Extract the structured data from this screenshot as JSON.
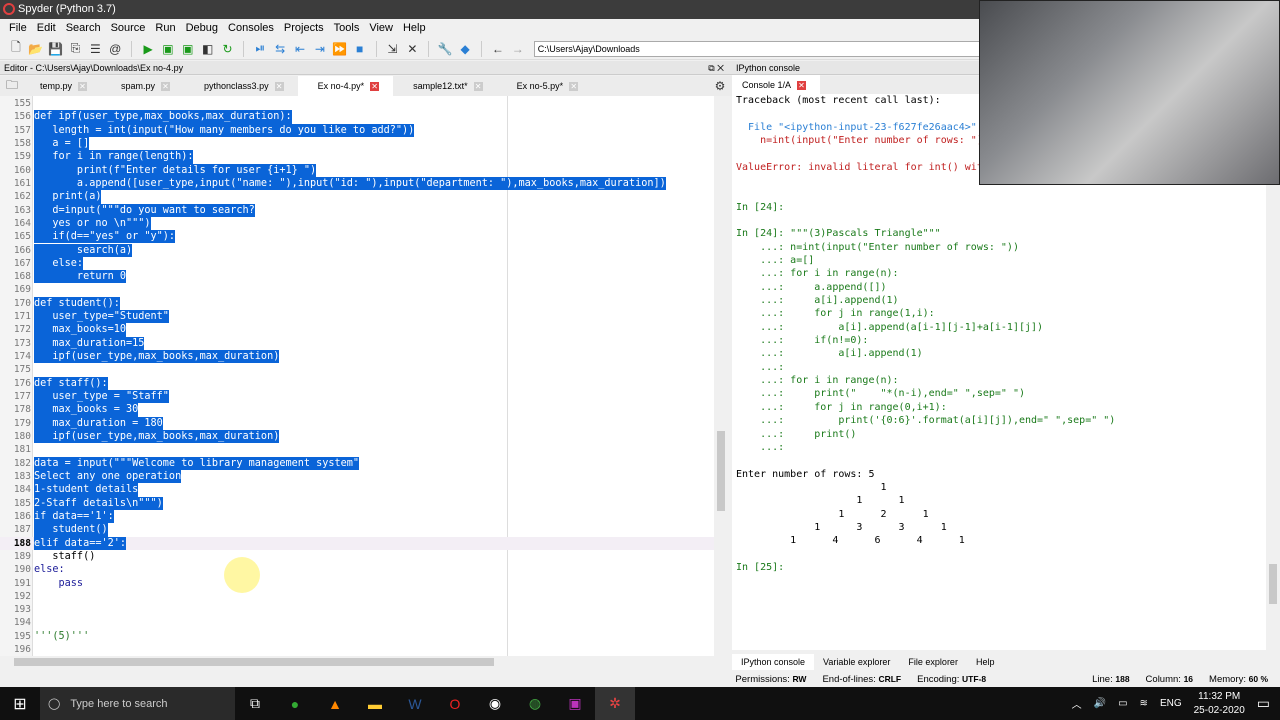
{
  "window": {
    "title": "Spyder (Python 3.7)"
  },
  "menu": [
    "File",
    "Edit",
    "Search",
    "Source",
    "Run",
    "Debug",
    "Consoles",
    "Projects",
    "Tools",
    "View",
    "Help"
  ],
  "toolbar": {
    "path": "C:\\Users\\Ajay\\Downloads"
  },
  "editor": {
    "title": "Editor - C:\\Users\\Ajay\\Downloads\\Ex no-4.py",
    "tabs": [
      {
        "label": "temp.py"
      },
      {
        "label": "spam.py"
      },
      {
        "label": "pythonclass3.py"
      },
      {
        "label": "Ex no-4.py*",
        "active": true
      },
      {
        "label": "sample12.txt*"
      },
      {
        "label": "Ex no-5.py*"
      }
    ],
    "current_line": 188,
    "lines": [
      {
        "n": "155",
        "t": "",
        "s": true
      },
      {
        "n": "156",
        "t": "def ipf(user_type,max_books,max_duration):",
        "s": true
      },
      {
        "n": "157",
        "t": "   length = int(input(\"How many members do you like to add?\"))",
        "s": true
      },
      {
        "n": "158",
        "t": "   a = []",
        "s": true
      },
      {
        "n": "159",
        "t": "   for i in range(length):",
        "s": true
      },
      {
        "n": "160",
        "t": "       print(f\"Enter details for user {i+1} \")",
        "s": true
      },
      {
        "n": "161",
        "t": "       a.append([user_type,input(\"name: \"),input(\"id: \"),input(\"department: \"),max_books,max_duration])",
        "s": true
      },
      {
        "n": "162",
        "t": "   print(a)",
        "s": true
      },
      {
        "n": "163",
        "t": "   d=input(\"\"\"do you want to search?",
        "s": true
      },
      {
        "n": "164",
        "t": "   yes or no \\n\"\"\")",
        "s": true
      },
      {
        "n": "165",
        "t": "   if(d==\"yes\" or \"y\"):",
        "s": true
      },
      {
        "n": "166",
        "t": "       search(a)",
        "s": true
      },
      {
        "n": "167",
        "t": "   else:",
        "s": true
      },
      {
        "n": "168",
        "t": "       return 0",
        "s": true
      },
      {
        "n": "169",
        "t": "",
        "s": true
      },
      {
        "n": "170",
        "t": "def student():",
        "s": true
      },
      {
        "n": "171",
        "t": "   user_type=\"Student\"",
        "s": true
      },
      {
        "n": "172",
        "t": "   max_books=10",
        "s": true
      },
      {
        "n": "173",
        "t": "   max_duration=15",
        "s": true
      },
      {
        "n": "174",
        "t": "   ipf(user_type,max_books,max_duration)",
        "s": true
      },
      {
        "n": "175",
        "t": "",
        "s": true
      },
      {
        "n": "176",
        "t": "def staff():",
        "s": true
      },
      {
        "n": "177",
        "t": "   user_type = \"Staff\"",
        "s": true
      },
      {
        "n": "178",
        "t": "   max_books = 30",
        "s": true
      },
      {
        "n": "179",
        "t": "   max_duration = 180",
        "s": true
      },
      {
        "n": "180",
        "t": "   ipf(user_type,max_books,max_duration)",
        "s": true
      },
      {
        "n": "181",
        "t": "",
        "s": true
      },
      {
        "n": "182",
        "t": "data = input(\"\"\"Welcome to library management system\"",
        "s": true
      },
      {
        "n": "183",
        "t": "Select any one operation",
        "s": true
      },
      {
        "n": "184",
        "t": "1-student details",
        "s": true
      },
      {
        "n": "185",
        "t": "2-Staff details\\n\"\"\")",
        "s": true
      },
      {
        "n": "186",
        "t": "if data=='1':",
        "s": true
      },
      {
        "n": "187",
        "t": "   student()",
        "s": true
      },
      {
        "n": "188",
        "t": "elif data=='2':",
        "s": true
      },
      {
        "n": "189",
        "t": "   staff()",
        "s": false
      },
      {
        "n": "190",
        "t": "else:",
        "s": false
      },
      {
        "n": "191",
        "t": "    pass",
        "s": false
      },
      {
        "n": "192",
        "t": "",
        "s": false
      },
      {
        "n": "193",
        "t": "",
        "s": false
      },
      {
        "n": "194",
        "t": "",
        "s": false
      },
      {
        "n": "195",
        "t": "'''(5)'''",
        "s": false
      },
      {
        "n": "196",
        "t": "",
        "s": false
      }
    ]
  },
  "console": {
    "pane_title": "IPython console",
    "tab": "Console 1/A",
    "lines": [
      {
        "t": "Traceback (most recent call last):",
        "c": ""
      },
      {
        "t": "",
        "c": ""
      },
      {
        "t": "  File \"<ipython-input-23-f627fe26aac4>\"",
        "c": "file"
      },
      {
        "t": "    n=int(input(\"Enter number of rows: \")",
        "c": "err"
      },
      {
        "t": "",
        "c": ""
      },
      {
        "t": "ValueError: invalid literal for int() wit",
        "c": "err"
      },
      {
        "t": "",
        "c": ""
      },
      {
        "t": "",
        "c": ""
      },
      {
        "t": "In [24]:",
        "c": "prompt"
      },
      {
        "t": "",
        "c": ""
      },
      {
        "t": "In [24]: \"\"\"(3)Pascals Triangle\"\"\"",
        "c": "prompt"
      },
      {
        "t": "    ...: n=int(input(\"Enter number of rows: \"))",
        "c": "cont"
      },
      {
        "t": "    ...: a=[]",
        "c": "cont"
      },
      {
        "t": "    ...: for i in range(n):",
        "c": "cont"
      },
      {
        "t": "    ...:     a.append([])",
        "c": "cont"
      },
      {
        "t": "    ...:     a[i].append(1)",
        "c": "cont"
      },
      {
        "t": "    ...:     for j in range(1,i):",
        "c": "cont"
      },
      {
        "t": "    ...:         a[i].append(a[i-1][j-1]+a[i-1][j])",
        "c": "cont"
      },
      {
        "t": "    ...:     if(n!=0):",
        "c": "cont"
      },
      {
        "t": "    ...:         a[i].append(1)",
        "c": "cont"
      },
      {
        "t": "    ...:",
        "c": "cont"
      },
      {
        "t": "    ...: for i in range(n):",
        "c": "cont"
      },
      {
        "t": "    ...:     print(\"    \"*(n-i),end=\" \",sep=\" \")",
        "c": "cont"
      },
      {
        "t": "    ...:     for j in range(0,i+1):",
        "c": "cont"
      },
      {
        "t": "    ...:         print('{0:6}'.format(a[i][j]),end=\" \",sep=\" \")",
        "c": "cont"
      },
      {
        "t": "    ...:     print()",
        "c": "cont"
      },
      {
        "t": "    ...:",
        "c": "cont"
      },
      {
        "t": "",
        "c": ""
      },
      {
        "t": "Enter number of rows: 5",
        "c": ""
      },
      {
        "t": "                        1",
        "c": ""
      },
      {
        "t": "                    1      1",
        "c": ""
      },
      {
        "t": "                 1      2      1",
        "c": ""
      },
      {
        "t": "             1      3      3      1",
        "c": ""
      },
      {
        "t": "         1      4      6      4      1",
        "c": ""
      },
      {
        "t": "",
        "c": ""
      },
      {
        "t": "In [25]:",
        "c": "prompt"
      }
    ]
  },
  "bottom_tabs": [
    {
      "label": "IPython console",
      "active": true
    },
    {
      "label": "Variable explorer"
    },
    {
      "label": "File explorer"
    },
    {
      "label": "Help"
    }
  ],
  "status": {
    "permissions_label": "Permissions:",
    "permissions": "RW",
    "eol_label": "End-of-lines:",
    "eol": "CRLF",
    "encoding_label": "Encoding:",
    "encoding": "UTF-8",
    "line_label": "Line:",
    "line": "188",
    "column_label": "Column:",
    "column": "16",
    "memory_label": "Memory:",
    "memory": "60 %"
  },
  "taskbar": {
    "search_placeholder": "Type here to search",
    "lang": "ENG",
    "time": "11:32 PM",
    "date": "25-02-2020"
  }
}
